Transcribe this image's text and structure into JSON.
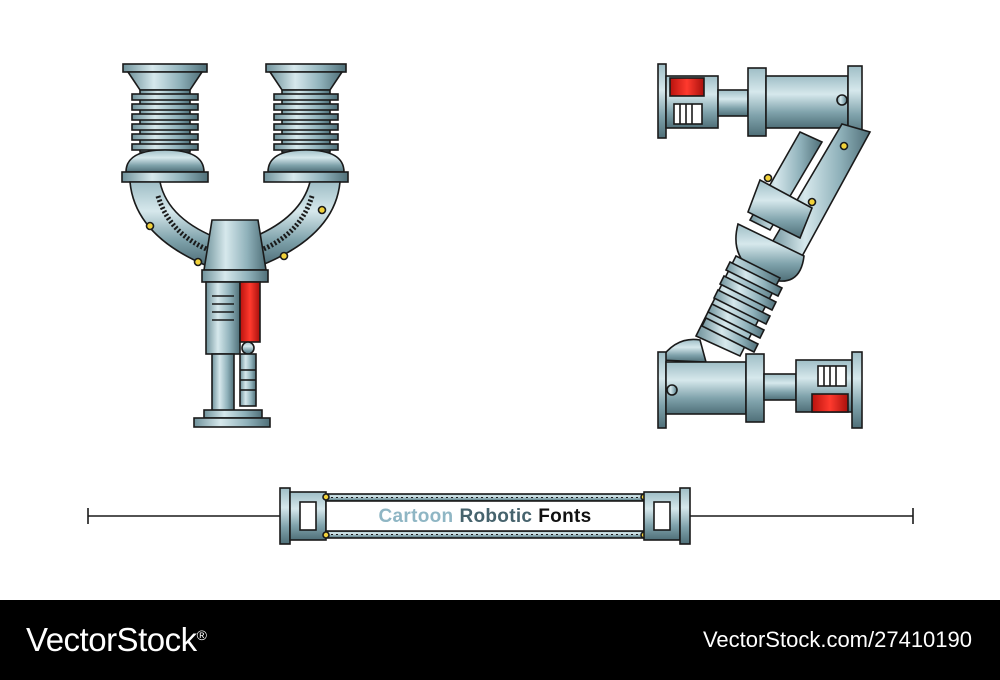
{
  "banner": {
    "word1": "Cartoon",
    "word2": "Robotic",
    "word3": "Fonts"
  },
  "letters": {
    "left": "Y",
    "right": "Z"
  },
  "footer": {
    "brand": "VectorStock",
    "image_id": "VectorStock.com/27410190",
    "brand_mark": "registered-icon"
  },
  "colors": {
    "metal_light": "#c9dfe4",
    "metal_mid": "#8fb1ba",
    "metal_dark": "#4f6f78",
    "outline": "#1a1a1a",
    "accent_red": "#e0231c",
    "accent_yellow": "#f2d23a",
    "word1": "#8fb6c4",
    "word2": "#46636d",
    "word3": "#111111",
    "footer_bg": "#000000"
  }
}
